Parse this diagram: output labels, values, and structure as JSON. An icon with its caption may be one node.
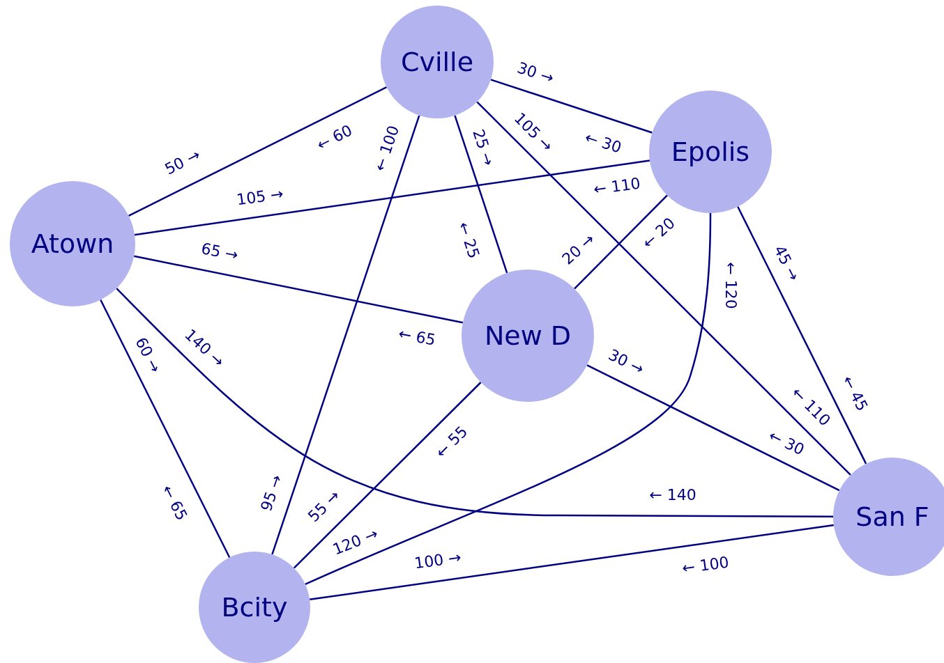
{
  "diagram": {
    "nodes": [
      {
        "text": [
          "Atown"
        ]
      },
      {
        "text": [
          "Bcity"
        ]
      },
      {
        "text": [
          "Cville"
        ]
      },
      {
        "text": [
          "Epolis"
        ]
      },
      {
        "text": [
          "New D"
        ]
      },
      {
        "text": [
          "San F"
        ]
      }
    ],
    "edges": [
      {
        "from": 0,
        "to": 2,
        "arrow": "none"
      },
      {
        "from": 1,
        "to": 2,
        "arrow": "none"
      },
      {
        "from": 0,
        "to": 3,
        "arrow": "none"
      },
      {
        "from": 0,
        "to": 4,
        "arrow": "none"
      },
      {
        "from": 0,
        "to": 1,
        "arrow": "none"
      },
      {
        "from": 0,
        "to": 5,
        "arrow": "none"
      },
      {
        "from": 2,
        "to": 3,
        "arrow": "none"
      },
      {
        "from": 2,
        "to": 4,
        "arrow": "none"
      },
      {
        "from": 2,
        "to": 5,
        "arrow": "none"
      },
      {
        "from": 4,
        "to": 3,
        "arrow": "none"
      },
      {
        "from": 1,
        "to": 3,
        "arrow": "none"
      },
      {
        "from": 3,
        "to": 5,
        "arrow": "none"
      },
      {
        "from": 4,
        "to": 5,
        "arrow": "none"
      },
      {
        "from": 1,
        "to": 4,
        "arrow": "none"
      },
      {
        "from": 1,
        "to": 5,
        "arrow": "none"
      }
    ],
    "labels": [
      "50 →",
      "← 60",
      "95 →",
      "← 100",
      "105 →",
      "← 110",
      "65 →",
      "← 65",
      "60 →",
      "← 65",
      "140 →",
      "← 140",
      "30 →",
      "← 30",
      "25 →",
      "← 25",
      "105 →",
      "← 110",
      "20 →",
      "← 20",
      "120 →",
      "← 120",
      "45 →",
      "← 45",
      "30 →",
      "← 30",
      "55 →",
      "← 55",
      "100 →",
      "← 100"
    ]
  }
}
